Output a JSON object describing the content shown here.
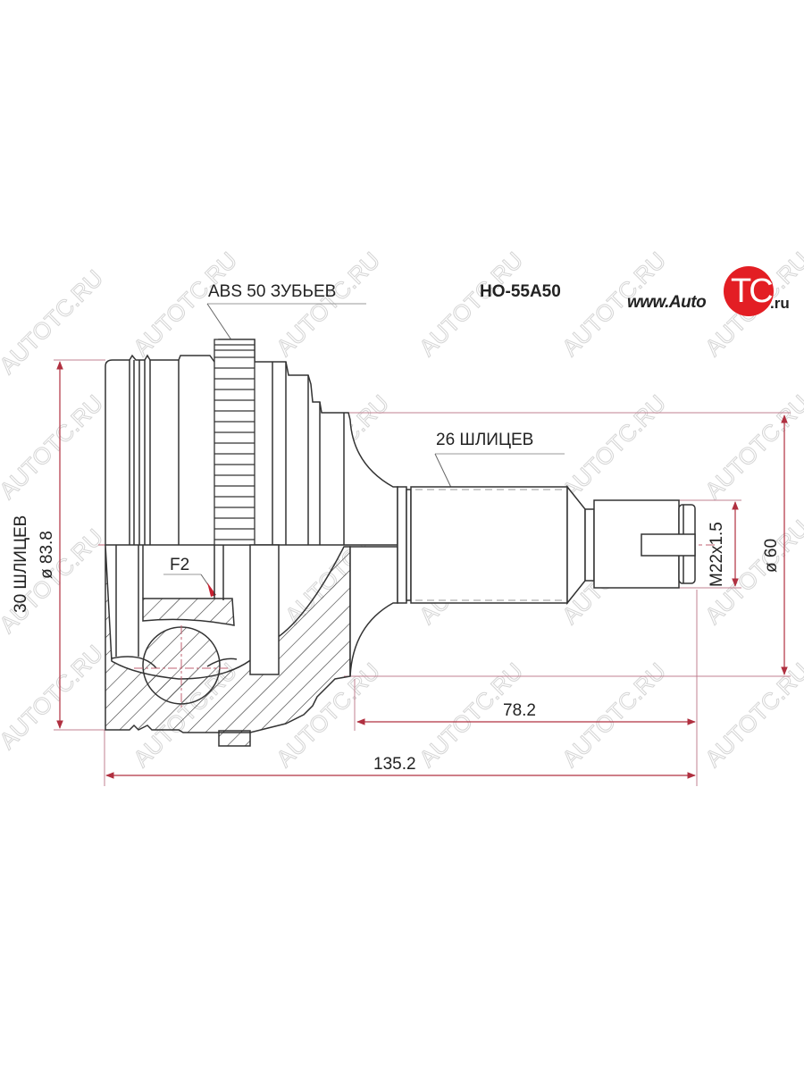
{
  "document": {
    "type": "technical drawing",
    "subject": "CV joint (outer) dimensional diagram"
  },
  "header": {
    "part_number": "HO-55A50",
    "abs_label": "ABS 50 ЗУБЬЕВ"
  },
  "logo": {
    "prefix": "www.Auto",
    "badge": "TC",
    "suffix": ".ru",
    "badge_color": "#e31e24"
  },
  "annotations": {
    "inner_splines": "30 ШЛИЦЕВ",
    "outer_splines": "26 ШЛИЦЕВ",
    "f2": "F2",
    "thread": "M22x1.5"
  },
  "dimensions": {
    "body_diameter": "ø 83.8",
    "seal_diameter": "ø 60",
    "shaft_length": "78.2",
    "total_length": "135.2"
  },
  "watermark": {
    "text": "AUTOTC.RU",
    "color": "#d9d9d9"
  },
  "colors": {
    "line": "#333333",
    "dimension": "#b03040",
    "centerline": "#c06070"
  }
}
